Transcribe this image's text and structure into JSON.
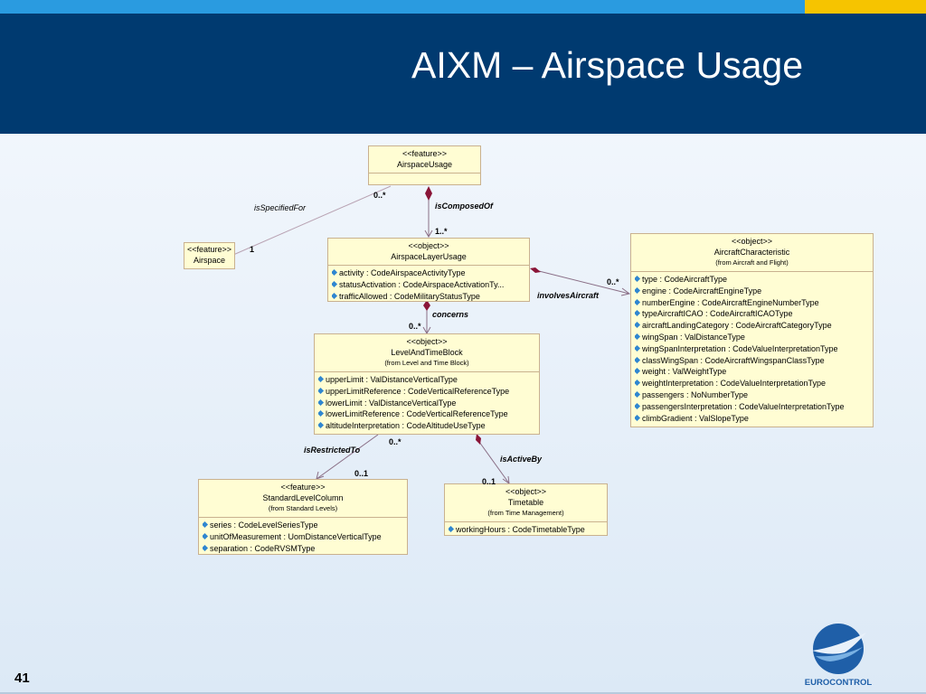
{
  "slide": {
    "title": "AIXM – Airspace Usage",
    "page_number": "41",
    "logo_text": "EUROCONTROL"
  },
  "diagram": {
    "classes": {
      "airspace_usage": {
        "stereotype": "<<feature>>",
        "name": "AirspaceUsage",
        "attributes": []
      },
      "airspace": {
        "stereotype": "<<feature>>",
        "name": "Airspace"
      },
      "airspace_layer_usage": {
        "stereotype": "<<object>>",
        "name": "AirspaceLayerUsage",
        "attributes": [
          "activity : CodeAirspaceActivityType",
          "statusActivation : CodeAirspaceActivationTy...",
          "trafficAllowed : CodeMilitaryStatusType"
        ]
      },
      "aircraft_characteristic": {
        "stereotype": "<<object>>",
        "name": "AircraftCharacteristic",
        "origin": "(from Aircraft and Flight)",
        "attributes": [
          "type : CodeAircraftType",
          "engine : CodeAircraftEngineType",
          "numberEngine : CodeAircraftEngineNumberType",
          "typeAircraftICAO : CodeAircraftICAOType",
          "aircraftLandingCategory : CodeAircraftCategoryType",
          "wingSpan : ValDistanceType",
          "wingSpanInterpretation : CodeValueInterpretationType",
          "classWingSpan : CodeAircraftWingspanClassType",
          "weight : ValWeightType",
          "weightInterpretation : CodeValueInterpretationType",
          "passengers : NoNumberType",
          "passengersInterpretation : CodeValueInterpretationType",
          "climbGradient : ValSlopeType"
        ]
      },
      "level_and_time_block": {
        "stereotype": "<<object>>",
        "name": "LevelAndTimeBlock",
        "origin": "(from Level and Time Block)",
        "attributes": [
          "upperLimit : ValDistanceVerticalType",
          "upperLimitReference : CodeVerticalReferenceType",
          "lowerLimit : ValDistanceVerticalType",
          "lowerLimitReference : CodeVerticalReferenceType",
          "altitudeInterpretation : CodeAltitudeUseType"
        ]
      },
      "standard_level_column": {
        "stereotype": "<<feature>>",
        "name": "StandardLevelColumn",
        "origin": "(from Standard Levels)",
        "attributes": [
          "series : CodeLevelSeriesType",
          "unitOfMeasurement : UomDistanceVerticalType",
          "separation : CodeRVSMType"
        ]
      },
      "timetable": {
        "stereotype": "<<object>>",
        "name": "Timetable",
        "origin": "(from Time Management)",
        "attributes": [
          "workingHours : CodeTimetableType"
        ]
      }
    },
    "associations": {
      "is_specified_for": {
        "label": "isSpecifiedFor",
        "source_mult": "0..*",
        "target_mult": "1"
      },
      "is_composed_of": {
        "label": "isComposedOf",
        "target_mult": "1..*"
      },
      "involves_aircraft": {
        "label": "involvesAircraft",
        "target_mult": "0..*"
      },
      "concerns": {
        "label": "concerns",
        "target_mult": "0..*"
      },
      "is_restricted_to": {
        "label": "isRestrictedTo",
        "source_mult": "0..*",
        "target_mult": "0..1"
      },
      "is_active_by": {
        "label": "isActiveBy",
        "target_mult": "0..1"
      }
    }
  }
}
